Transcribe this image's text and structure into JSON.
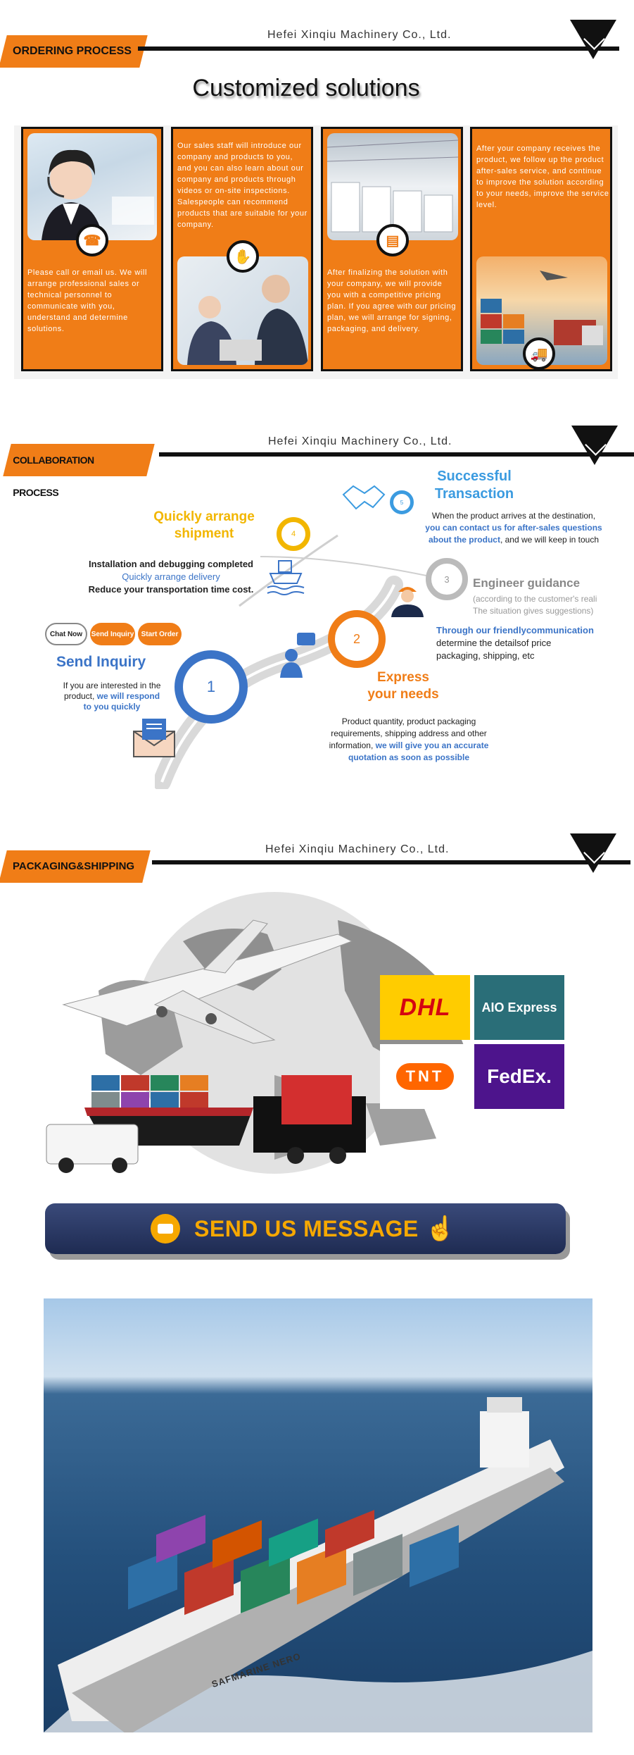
{
  "company": "Hefei Xinqiu Machinery Co., Ltd.",
  "ordering": {
    "tag": "ORDERING PROCESS",
    "title": "Customized solutions",
    "cards": [
      {
        "text": "Please call or email us. We will arrange professional sales or technical personnel to communicate with you, understand and determine solutions."
      },
      {
        "text": "Our sales staff will introduce our company and products to you, and you can also learn about our company and products through videos or on-site inspections. Salespeople can recommend products that are suitable for your company."
      },
      {
        "text": "After finalizing the solution with your company, we will provide you with a competitive pricing plan. If you agree with our pricing plan, we will arrange for signing, packaging, and delivery."
      },
      {
        "text": "After your company receives the product, we follow up the product after-sales service, and continue to improve the solution according to your needs, improve the service level."
      }
    ]
  },
  "collaboration": {
    "tag": "COLLABORATION PROCESS",
    "pills": [
      "Chat Now",
      "Send Inquiry",
      "Start Order"
    ],
    "step1": {
      "num": "1",
      "title": "Send Inquiry",
      "line1": "If you are interested in the",
      "line2a": "product, ",
      "line2b": "we will respond",
      "line3": "to you quickly"
    },
    "step2": {
      "num": "2",
      "title1": "Express",
      "title2": "your needs",
      "line1": "Product quantity, product packaging",
      "line2": "requirements, shipping address and other",
      "line3a": "information, ",
      "line3b": "we will give you an accurate",
      "line4": "quotation as soon as possible"
    },
    "step3": {
      "num": "3",
      "title": "Engineer guidance",
      "sub1": "(according to the customer's reali",
      "sub2": "The situation gives suggestions)",
      "line1": "Through our friendlycommunication",
      "line2": "determine the detailsof price",
      "line3": "packaging, shipping, etc"
    },
    "step4": {
      "num": "4",
      "title1": "Quickly arrange",
      "title2": "shipment",
      "line1": "Installation and debugging completed",
      "line2": "Quickly arrange delivery",
      "line3": "Reduce your transportation time cost."
    },
    "step5": {
      "num": "5",
      "title1": "Successful",
      "title2": "Transaction",
      "line1": "When the product arrives at the destination,",
      "line2": "you can contact us for after-sales questions",
      "line3a": "about the product",
      "line3b": ", and we will keep in touch"
    }
  },
  "packaging": {
    "tag": "PACKAGING&SHIPPING",
    "carriers": [
      "DHL",
      "AIO Express",
      "TNT",
      "FedEx."
    ]
  },
  "cta": {
    "label": "SEND US MESSAGE"
  },
  "ship": {
    "name": "SAFMARINE NERO"
  }
}
